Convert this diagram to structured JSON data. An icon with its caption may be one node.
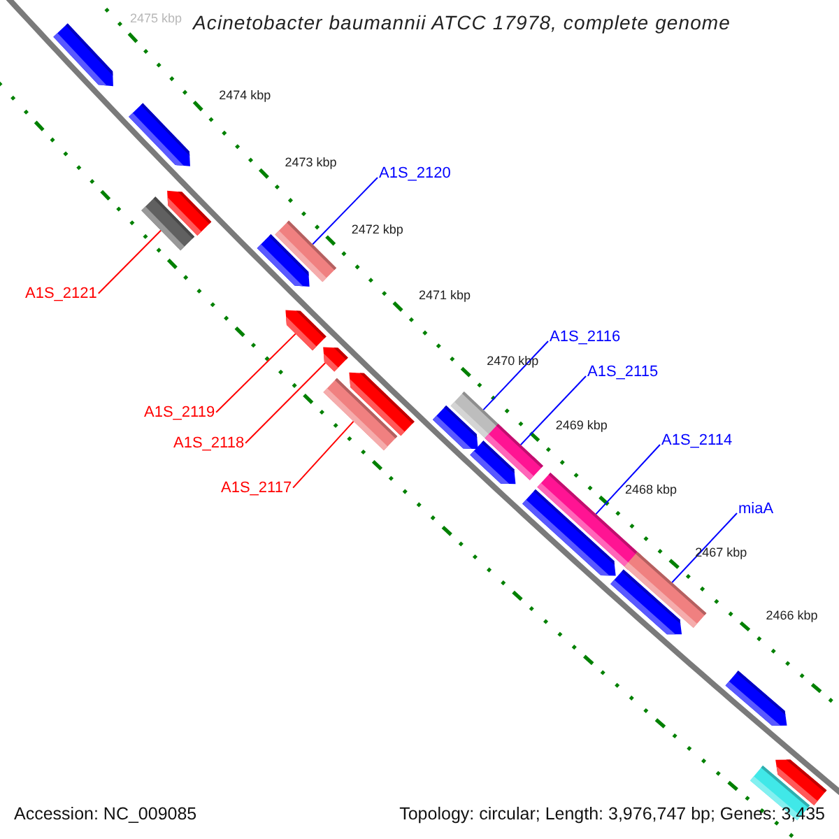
{
  "diagram": {
    "title": "Acinetobacter baumannii ATCC 17978, complete genome",
    "nodes": [
      {
        "text": [],
        "shape": "pentagon"
      },
      {
        "text": [],
        "shape": "pentagon"
      },
      {
        "text": [
          "A1S_2120"
        ]
      },
      {
        "text": [],
        "shape": "pentagon"
      },
      {
        "text": [],
        "shape": "bar"
      },
      {
        "text": [],
        "shape": "bar"
      },
      {
        "text": [],
        "shape": "pentagon"
      },
      {
        "text": [
          "A1S_2121"
        ]
      },
      {
        "text": [],
        "shape": "pentagon"
      },
      {
        "text": [
          "A1S_2116"
        ]
      },
      {
        "text": [],
        "shape": "pentagon"
      },
      {
        "text": [
          "A1S_2115"
        ]
      },
      {
        "text": [],
        "shape": "pentagon"
      },
      {
        "text": [
          "A1S_2119"
        ]
      },
      {
        "text": [],
        "shape": "bar"
      },
      {
        "text": [],
        "shape": "bar"
      },
      {
        "text": [],
        "shape": "pentagon"
      },
      {
        "text": [
          "A1S_2114"
        ]
      },
      {
        "text": [
          "A1S_2118"
        ]
      },
      {
        "text": [],
        "shape": "bar"
      },
      {
        "text": [],
        "shape": "pentagon"
      },
      {
        "text": [
          "A1S_2117"
        ]
      },
      {
        "text": [
          "miaA"
        ]
      },
      {
        "text": [],
        "shape": "bar"
      },
      {
        "text": [],
        "shape": "pentagon"
      },
      {
        "text": [],
        "shape": "bar"
      },
      {
        "text": [],
        "shape": "pentagon"
      },
      {
        "text": [],
        "shape": "pentagon"
      },
      {
        "text": [],
        "shape": "pentagon"
      },
      {
        "text": [],
        "shape": "bar"
      }
    ],
    "edges": [
      {
        "from": 7,
        "to": 4,
        "arrow": "none",
        "color": "#ff0000"
      },
      {
        "from": 2,
        "to": 5,
        "arrow": "none"
      },
      {
        "from": 13,
        "to": 8,
        "arrow": "none",
        "color": "#ff0000"
      },
      {
        "from": 18,
        "to": 10,
        "arrow": "none",
        "color": "#ff0000"
      },
      {
        "from": 21,
        "to": 15,
        "arrow": "none",
        "color": "#ff0000"
      },
      {
        "from": 9,
        "to": 14,
        "arrow": "none"
      },
      {
        "from": 11,
        "to": 19,
        "arrow": "none"
      },
      {
        "from": 17,
        "to": 23,
        "arrow": "none"
      },
      {
        "from": 22,
        "to": 25,
        "arrow": "none"
      }
    ],
    "labels": [
      "2475 kbp",
      "2474 kbp",
      "2473 kbp",
      "2472 kbp",
      "2471 kbp",
      "2470 kbp",
      "2469 kbp",
      "2468 kbp",
      "2467 kbp",
      "2466 kbp",
      "Accession: NC_009085",
      "Topology: circular; Length: 3,976,747 bp; Genes: 3,435"
    ]
  }
}
